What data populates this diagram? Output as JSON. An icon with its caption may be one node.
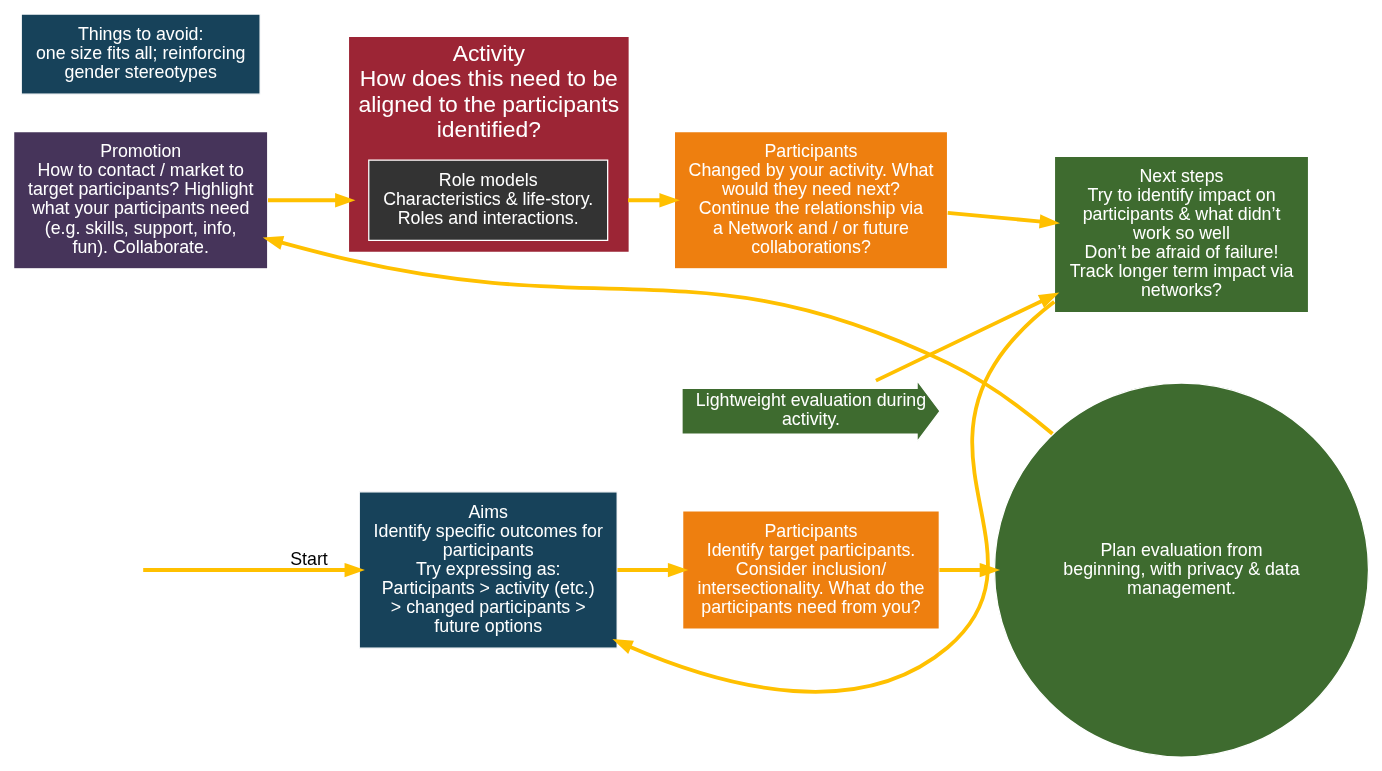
{
  "diagram": {
    "nodes": [
      {
        "text": [
          "Aims",
          "Identify specific outcomes for participants",
          "Try expressing as: Participants > activity (etc.) > changed participants > future options"
        ]
      },
      {
        "text": [
          "Participants",
          "Identify target participants. Consider inclusion/ intersectionality. What do the participants need from you?"
        ]
      },
      {
        "text": [
          "Promotion",
          "How to contact / market to target participants? Highlight what your participants need (e.g. skills, support, info, fun). Collaborate."
        ]
      },
      {
        "text": [
          "Activity",
          "How does this need to be aligned to the participants identified?"
        ]
      },
      {
        "text": [
          "Role models",
          "Characteristics & life-story. Roles and interactions."
        ],
        "in": 3
      },
      {
        "text": [
          "Lightweight evaluation during activity."
        ]
      },
      {
        "text": [
          "Participants",
          "Changed by your activity. What would they need next?",
          "Continue the relationship via a Network and / or future collaborations?"
        ]
      },
      {
        "text": [
          "Next steps",
          "Try to identify impact on participants & what didn’t work so well",
          "Don’t be afraid of failure!",
          "Track longer term impact via networks?"
        ]
      },
      {
        "text": [
          "Plan evaluation from beginning, with privacy & data management."
        ]
      },
      {
        "text": [
          "Things to avoid:",
          "one size fits all; reinforcing gender stereotypes"
        ]
      }
    ],
    "edges": [
      {
        "from": null,
        "to": 0,
        "arrow": "to",
        "label": "Start"
      },
      {
        "from": 0,
        "to": 1,
        "arrow": "to"
      },
      {
        "from": 1,
        "to": 8,
        "arrow": "to"
      },
      {
        "from": 8,
        "to": 2,
        "arrow": "to"
      },
      {
        "from": 2,
        "to": 3,
        "arrow": "to"
      },
      {
        "from": 3,
        "to": 6,
        "arrow": "to"
      },
      {
        "from": 6,
        "to": 7,
        "arrow": "to"
      },
      {
        "from": 7,
        "to": 0,
        "arrow": "to"
      },
      {
        "from": 5,
        "to": 7,
        "arrow": "to"
      }
    ]
  }
}
